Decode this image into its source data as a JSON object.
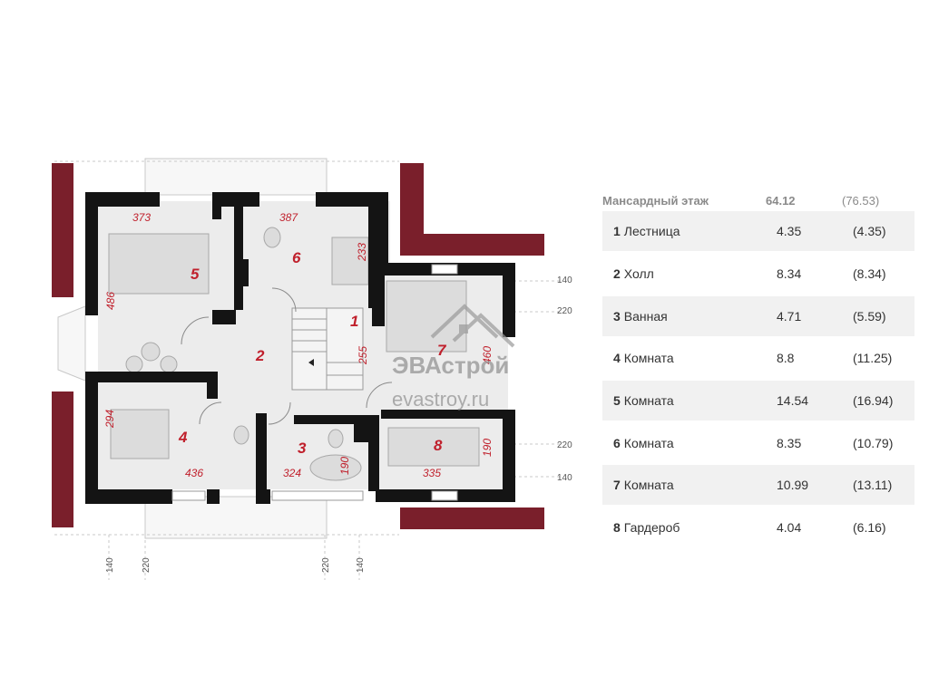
{
  "plan": {
    "rooms": [
      {
        "num": "1"
      },
      {
        "num": "2"
      },
      {
        "num": "3"
      },
      {
        "num": "4"
      },
      {
        "num": "5"
      },
      {
        "num": "6"
      },
      {
        "num": "7"
      },
      {
        "num": "8"
      }
    ],
    "dims": [
      "373",
      "387",
      "233",
      "486",
      "255",
      "460",
      "294",
      "436",
      "324",
      "190",
      "335",
      "190"
    ],
    "ext_dims": [
      "140",
      "220",
      "220",
      "140",
      "140",
      "220",
      "220",
      "140"
    ],
    "watermark": {
      "name": "ЭВАстрой",
      "url": "evastroy.ru"
    },
    "colors": {
      "wall": "#141414",
      "roof": "#7a1f2b",
      "floor": "#ededed",
      "accent": "#c0202c"
    }
  },
  "table": {
    "title": "Мансардный этаж",
    "total_area": "64.12",
    "total_area_full": "(76.53)",
    "rows": [
      {
        "num": "1",
        "name": "Лестница",
        "area": "4.35",
        "full": "(4.35)"
      },
      {
        "num": "2",
        "name": "Холл",
        "area": "8.34",
        "full": "(8.34)"
      },
      {
        "num": "3",
        "name": "Ванная",
        "area": "4.71",
        "full": "(5.59)"
      },
      {
        "num": "4",
        "name": "Комната",
        "area": "8.8",
        "full": "(11.25)"
      },
      {
        "num": "5",
        "name": "Комната",
        "area": "14.54",
        "full": "(16.94)"
      },
      {
        "num": "6",
        "name": "Комната",
        "area": "8.35",
        "full": "(10.79)"
      },
      {
        "num": "7",
        "name": "Комната",
        "area": "10.99",
        "full": "(13.11)"
      },
      {
        "num": "8",
        "name": "Гардероб",
        "area": "4.04",
        "full": "(6.16)"
      }
    ]
  }
}
